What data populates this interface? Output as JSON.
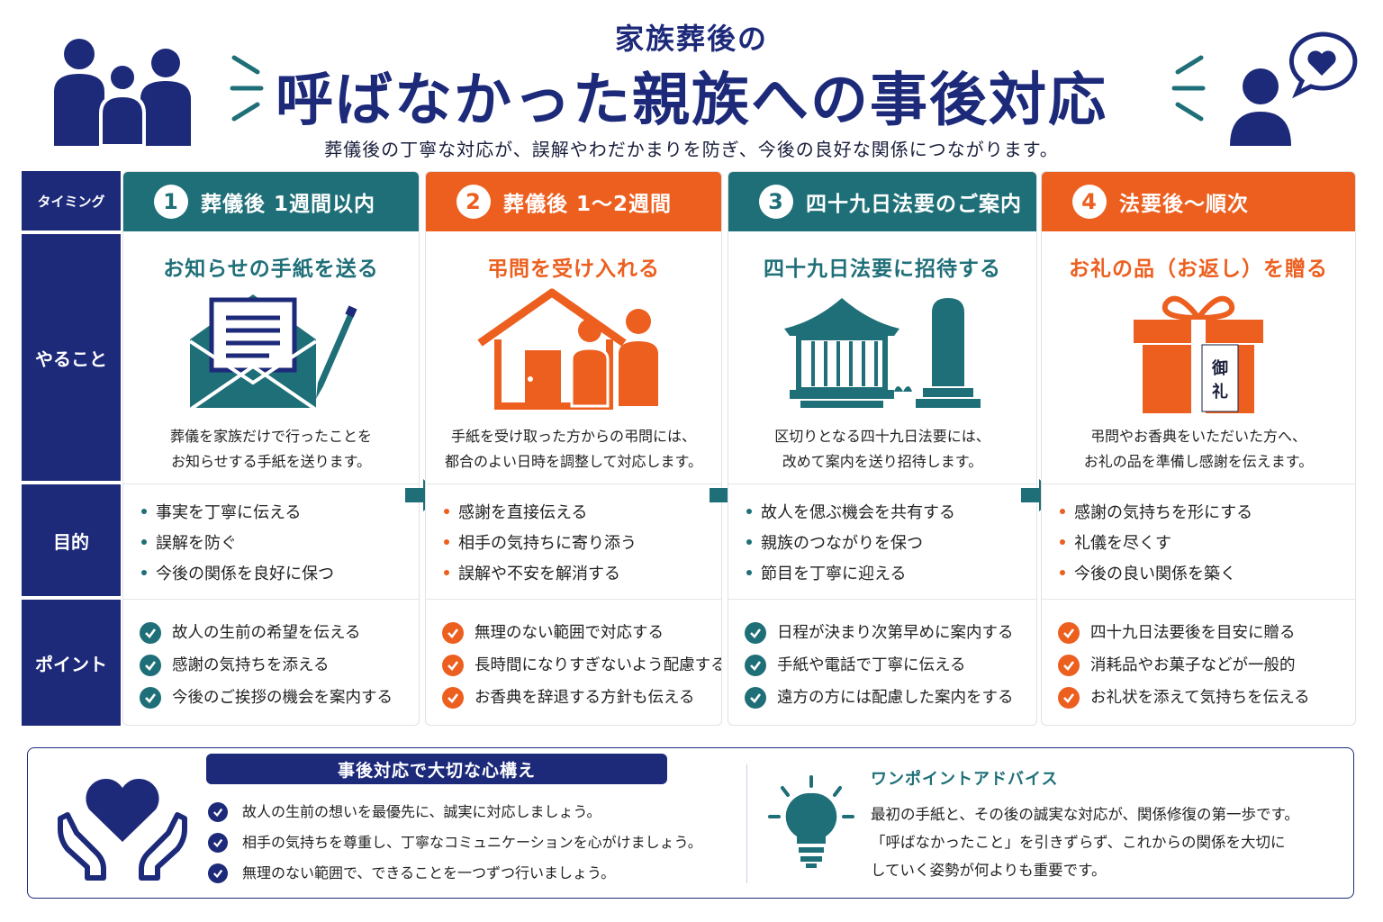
{
  "header": {
    "pre_title": "家族葬後の",
    "title": "呼ばなかった親族への事後対応",
    "subtitle": "葬儀後の丁寧な対応が、誤解やわだかまりを防ぎ、今後の良好な関係につながります。"
  },
  "row_labels": {
    "timing": "タイミング",
    "todo": "やること",
    "purpose": "目的",
    "point": "ポイント"
  },
  "steps": [
    {
      "number": "1",
      "timing": "葬儀後 1週間以内",
      "theme": "teal",
      "task": "お知らせの手紙を送る",
      "icon": "letter-envelope-pen-icon",
      "desc_line1": "葬儀を家族だけで行ったことを",
      "desc_line2": "お知らせする手紙を送ります。",
      "purposes": [
        "事実を丁寧に伝える",
        "誤解を防ぐ",
        "今後の関係を良好に保つ"
      ],
      "points": [
        "故人の生前の希望を伝える",
        "感謝の気持ちを添える",
        "今後のご挨拶の機会を案内する"
      ]
    },
    {
      "number": "2",
      "timing": "葬儀後 1〜2週間",
      "theme": "orange",
      "task": "弔問を受け入れる",
      "icon": "house-visitors-icon",
      "desc_line1": "手紙を受け取った方からの弔問には、",
      "desc_line2": "都合のよい日時を調整して対応します。",
      "purposes": [
        "感謝を直接伝える",
        "相手の気持ちに寄り添う",
        "誤解や不安を解消する"
      ],
      "points": [
        "無理のない範囲で対応する",
        "長時間になりすぎないよう配慮する",
        "お香典を辞退する方針も伝える"
      ]
    },
    {
      "number": "3",
      "timing": "四十九日法要のご案内",
      "theme": "teal",
      "task": "四十九日法要に招待する",
      "icon": "temple-grave-icon",
      "desc_line1": "区切りとなる四十九日法要には、",
      "desc_line2": "改めて案内を送り招待します。",
      "purposes": [
        "故人を偲ぶ機会を共有する",
        "親族のつながりを保つ",
        "節目を丁寧に迎える"
      ],
      "points": [
        "日程が決まり次第早めに案内する",
        "手紙や電話で丁寧に伝える",
        "遠方の方には配慮した案内をする"
      ]
    },
    {
      "number": "4",
      "timing": "法要後〜順次",
      "theme": "orange",
      "task": "お礼の品（お返し）を贈る",
      "icon": "gift-box-icon",
      "gift_label": "御礼",
      "desc_line1": "弔問やお香典をいただいた方へ、",
      "desc_line2": "お礼の品を準備し感謝を伝えます。",
      "purposes": [
        "感謝の気持ちを形にする",
        "礼儀を尽くす",
        "今後の良い関係を築く"
      ],
      "points": [
        "四十九日法要後を目安に贈る",
        "消耗品やお菓子などが一般的",
        "お礼状を添えて気持ちを伝える"
      ]
    }
  ],
  "mindset": {
    "title": "事後対応で大切な心構え",
    "items": [
      "故人の生前の想いを最優先に、誠実に対応しましょう。",
      "相手の気持ちを尊重し、丁寧なコミュニケーションを心がけましょう。",
      "無理のない範囲で、できることを一つずつ行いましょう。"
    ]
  },
  "advice": {
    "title": "ワンポイントアドバイス",
    "line1": "最初の手紙と、その後の誠実な対応が、関係修復の第一歩です。",
    "line2": "「呼ばなかったこと」を引きずらず、これからの関係を大切に",
    "line3": "していく姿勢が何よりも重要です。"
  },
  "colors": {
    "navy": "#1d2a7a",
    "teal": "#1f6f78",
    "orange": "#ec5f1f"
  }
}
